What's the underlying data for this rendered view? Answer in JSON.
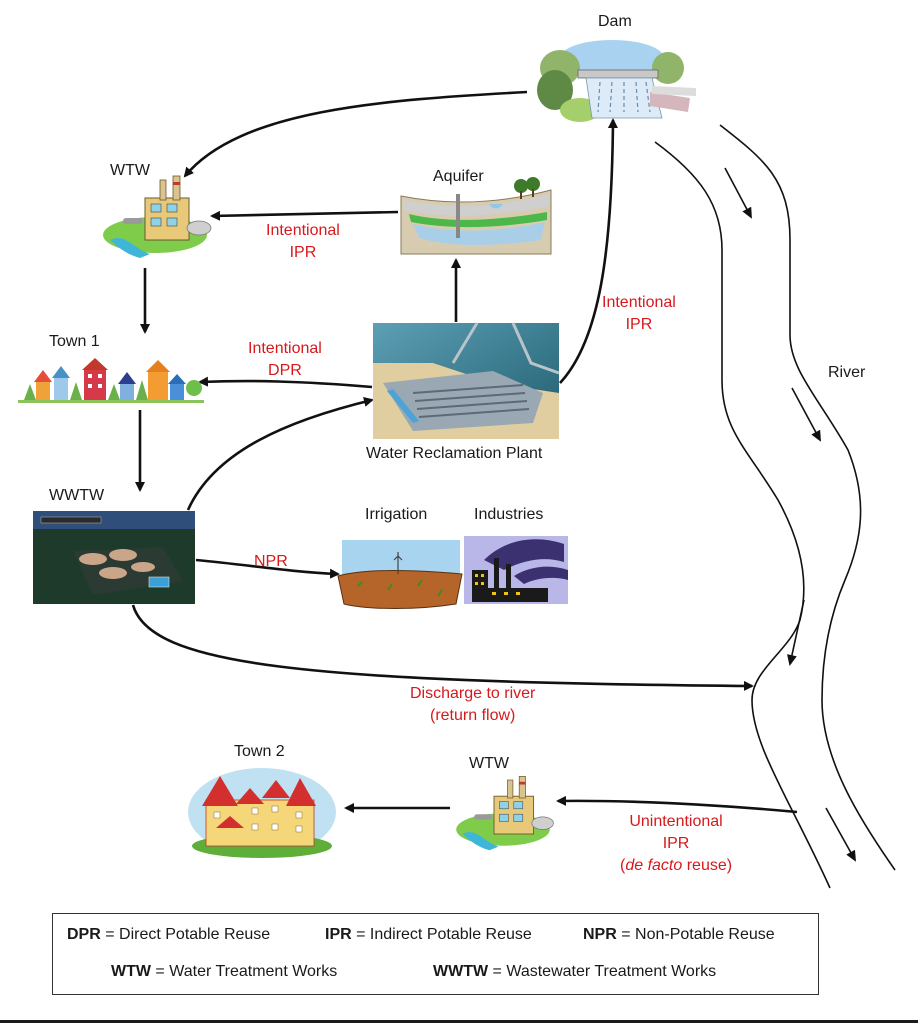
{
  "diagram": {
    "nodes": {
      "dam": {
        "label": "Dam",
        "icon": "dam-icon"
      },
      "wtw_top": {
        "label": "WTW",
        "icon": "water-treatment-works-icon"
      },
      "aquifer": {
        "label": "Aquifer",
        "icon": "aquifer-cross-section-icon"
      },
      "town1": {
        "label": "Town 1",
        "icon": "town-houses-icon"
      },
      "wrp": {
        "label": "Water Reclamation Plant",
        "icon": "reclamation-plant-photo"
      },
      "wwtw": {
        "label": "WWTW",
        "icon": "wastewater-plant-photo"
      },
      "irrigation": {
        "label": "Irrigation",
        "icon": "irrigation-field-icon"
      },
      "industries": {
        "label": "Industries",
        "icon": "factory-smoke-icon"
      },
      "river": {
        "label": "River",
        "icon": "river-banks"
      },
      "town2": {
        "label": "Town 2",
        "icon": "town-houses-icon"
      },
      "wtw_bottom": {
        "label": "WTW",
        "icon": "water-treatment-works-icon"
      }
    },
    "flow_labels": {
      "aquifer_to_wtw": [
        "Intentional",
        "IPR"
      ],
      "wrp_to_town1": [
        "Intentional",
        "DPR"
      ],
      "wrp_to_dam": [
        "Intentional",
        "IPR"
      ],
      "wwtw_to_irrigation": [
        "NPR"
      ],
      "wwtw_to_river": [
        "Discharge to river",
        "(return flow)"
      ],
      "river_to_wtw": {
        "line1": "Unintentional",
        "line2": "IPR",
        "line3_italic": "de facto",
        "line3_rest": " reuse)",
        "line3_open": "("
      }
    },
    "edges": [
      {
        "from": "dam",
        "to": "wtw_top"
      },
      {
        "from": "aquifer",
        "to": "wtw_top"
      },
      {
        "from": "wtw_top",
        "to": "town1"
      },
      {
        "from": "town1",
        "to": "wwtw"
      },
      {
        "from": "wwtw",
        "to": "wrp"
      },
      {
        "from": "wrp",
        "to": "aquifer"
      },
      {
        "from": "wrp",
        "to": "town1"
      },
      {
        "from": "wrp",
        "to": "dam"
      },
      {
        "from": "wwtw",
        "to": "irrigation"
      },
      {
        "from": "wwtw",
        "to": "river"
      },
      {
        "from": "river",
        "to": "wtw_bottom"
      },
      {
        "from": "wtw_bottom",
        "to": "town2"
      }
    ]
  },
  "legend": {
    "row1": [
      {
        "abbr": "DPR",
        "def": " = Direct Potable Reuse"
      },
      {
        "abbr": "IPR",
        "def": " = Indirect Potable Reuse"
      },
      {
        "abbr": "NPR",
        "def": " = Non-Potable Reuse"
      }
    ],
    "row2": [
      {
        "abbr": "WTW",
        "def": " = Water Treatment Works"
      },
      {
        "abbr": "WWTW",
        "def": " = Wastewater Treatment Works"
      }
    ]
  },
  "colors": {
    "flow_label": "#d7191c",
    "line": "#111111"
  }
}
